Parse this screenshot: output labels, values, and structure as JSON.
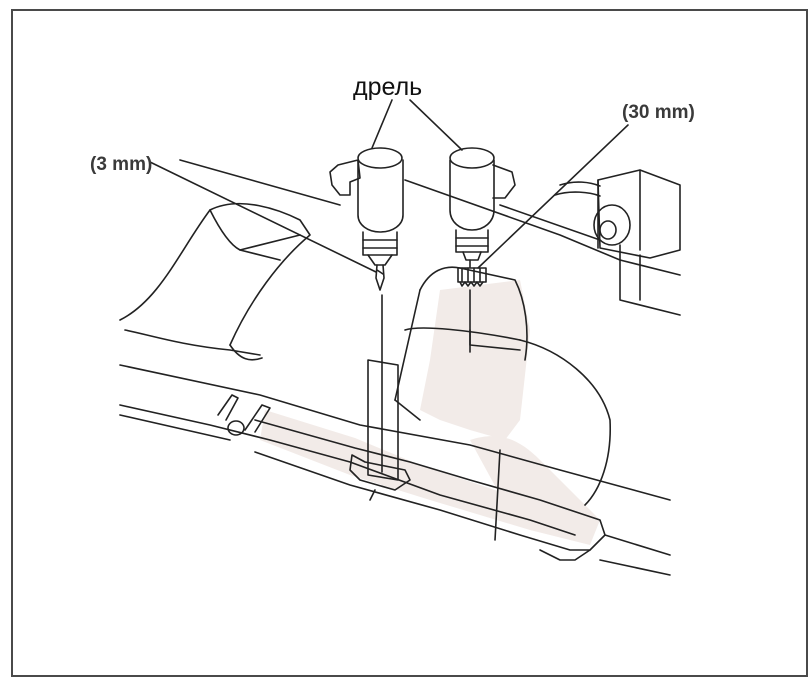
{
  "labels": {
    "drill": "дрель",
    "small_bit": "(3 mm)",
    "hole_saw": "(30 mm)"
  },
  "colors": {
    "line": "#222222",
    "fill_shade": "#f2ebe8",
    "frame": "#4a4a4a"
  }
}
